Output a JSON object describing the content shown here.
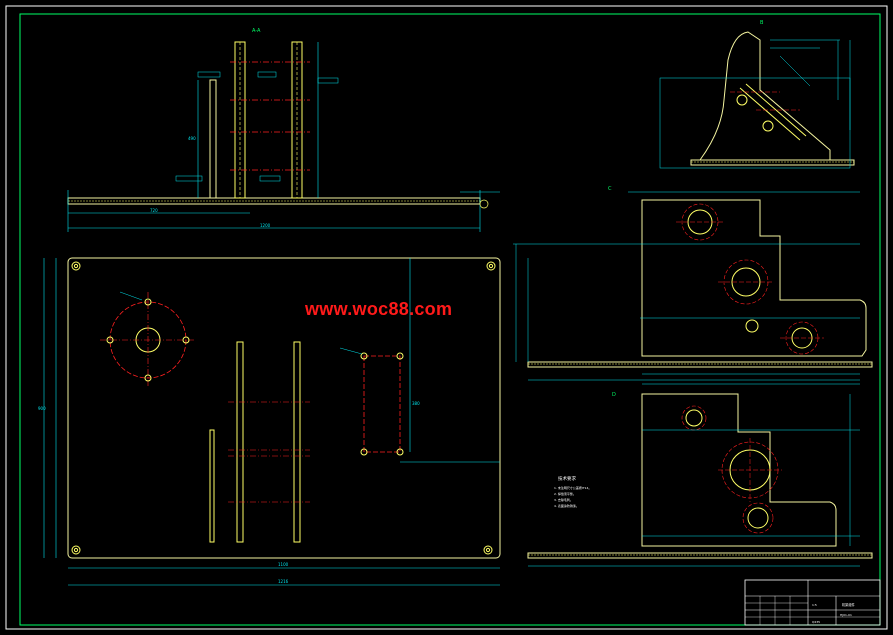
{
  "watermark": {
    "text": "www.woc88.com"
  },
  "colors": {
    "background": "#000000",
    "frame": "#ffffff",
    "outline": "#f5f5a0",
    "dimension": "#00e5ee",
    "centerline": "#ff2020",
    "hole": "#f5f58c",
    "shaded": "#ffff66",
    "text": "#00ff66"
  },
  "labels": {
    "section_a": "A-A",
    "view_b": "B",
    "view_c": "C",
    "view_d": "D"
  },
  "dimensions": {
    "base_length": "1200",
    "base_width": "900",
    "plate_total": "1216",
    "plate_inner": "1100",
    "stand_height": "490",
    "stand_span": "720",
    "hole_span": "380"
  },
  "notes": {
    "title": "技术要求",
    "items": [
      "1. 未注明尺寸公差按IT14。",
      "2. 焊缝须平整。",
      "3. 去除毛刺。",
      "4. 表面涂防锈漆。"
    ]
  },
  "title_block": {
    "drawing_name": "机架组件",
    "drawing_number": "HJ01-01",
    "scale": "1:5",
    "material": "Q235"
  }
}
